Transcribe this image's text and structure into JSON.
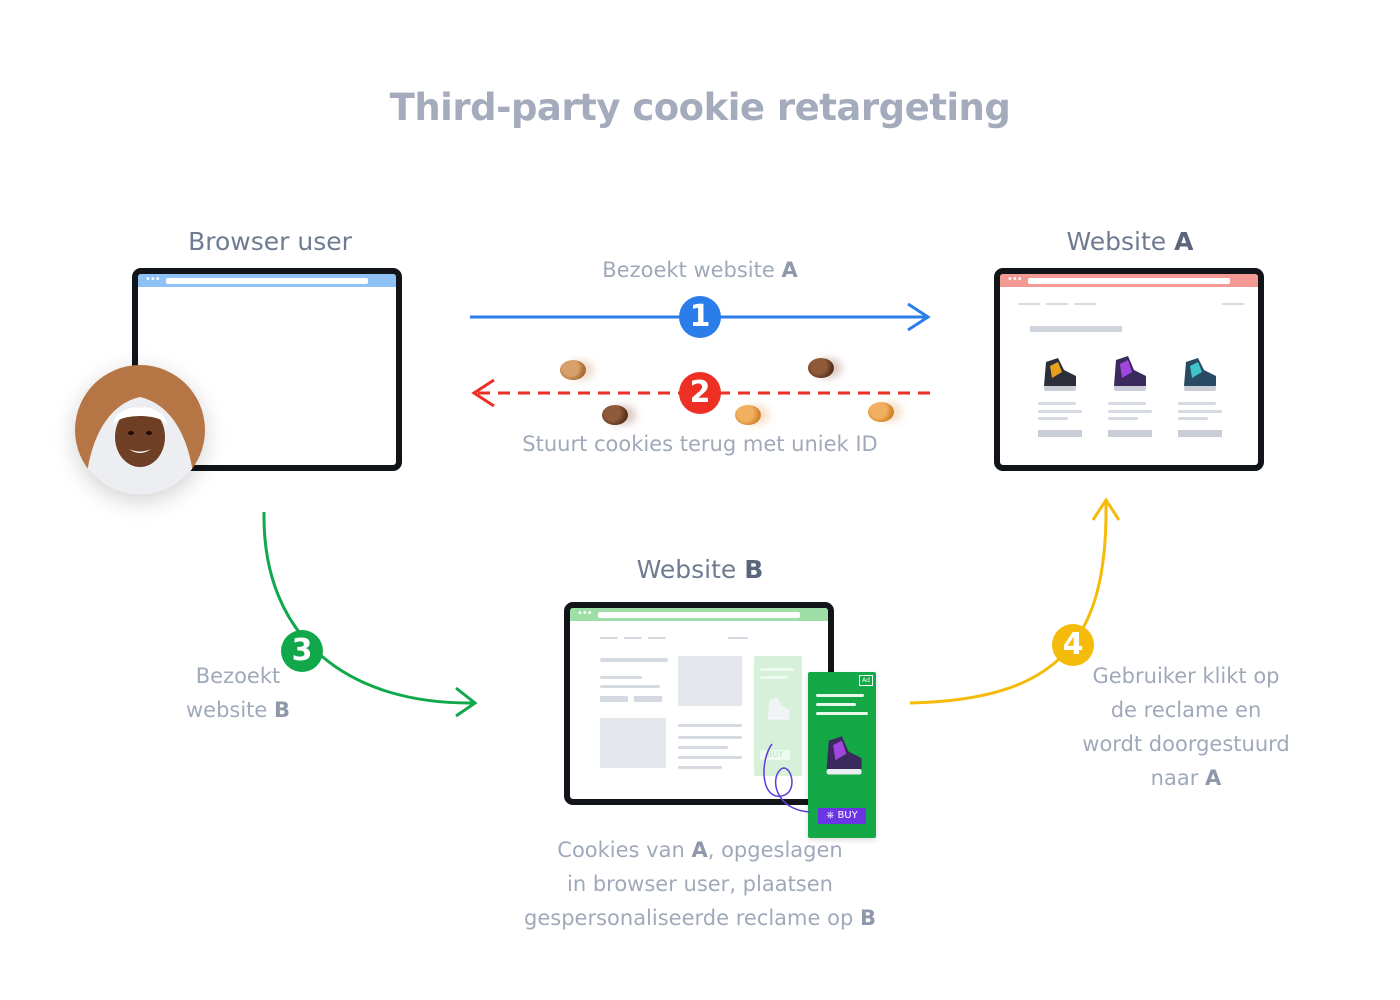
{
  "title": "Third-party cookie retargeting",
  "browser_user": {
    "label": "Browser user"
  },
  "website_a": {
    "label_prefix": "Website",
    "label_letter": "A"
  },
  "website_b": {
    "label_prefix": "Website",
    "label_letter": "B"
  },
  "step1": {
    "number": "1",
    "text_prefix": "Bezoekt website",
    "text_bold": "A",
    "color": "#2b7de9"
  },
  "step2": {
    "number": "2",
    "text": "Stuurt cookies terug met uniek ID",
    "color": "#ee3024"
  },
  "step3": {
    "number": "3",
    "line1": "Bezoekt",
    "line2_prefix": "website",
    "line2_bold": "B",
    "color": "#10a84a"
  },
  "step4": {
    "number": "4",
    "line1": "Gebruiker klikt op",
    "line2": "de reclame en",
    "line3": "wordt doorgestuurd",
    "line4_prefix": "naar",
    "line4_bold": "A",
    "color": "#f5bb0a"
  },
  "bottom_caption": {
    "line1_prefix": "Cookies van",
    "line1_bold": "A",
    "line1_suffix": ", opgeslagen",
    "line2": "in browser user, plaatsen",
    "line3_prefix": "gespersonaliseerde reclame op",
    "line3_bold": "B"
  },
  "ad": {
    "badge": "Ad",
    "buy_label": "BUY",
    "ghost_buy_label": "BUY"
  },
  "colors": {
    "browser_bar": "#8ec2f7",
    "website_a_bar": "#f39a94",
    "website_b_bar": "#9ddfa6",
    "ad_green": "#15a847",
    "buy_purple": "#6b35e6"
  },
  "icons": [
    "browser-window",
    "user-avatar",
    "cookie",
    "sneaker",
    "tag-icon"
  ]
}
